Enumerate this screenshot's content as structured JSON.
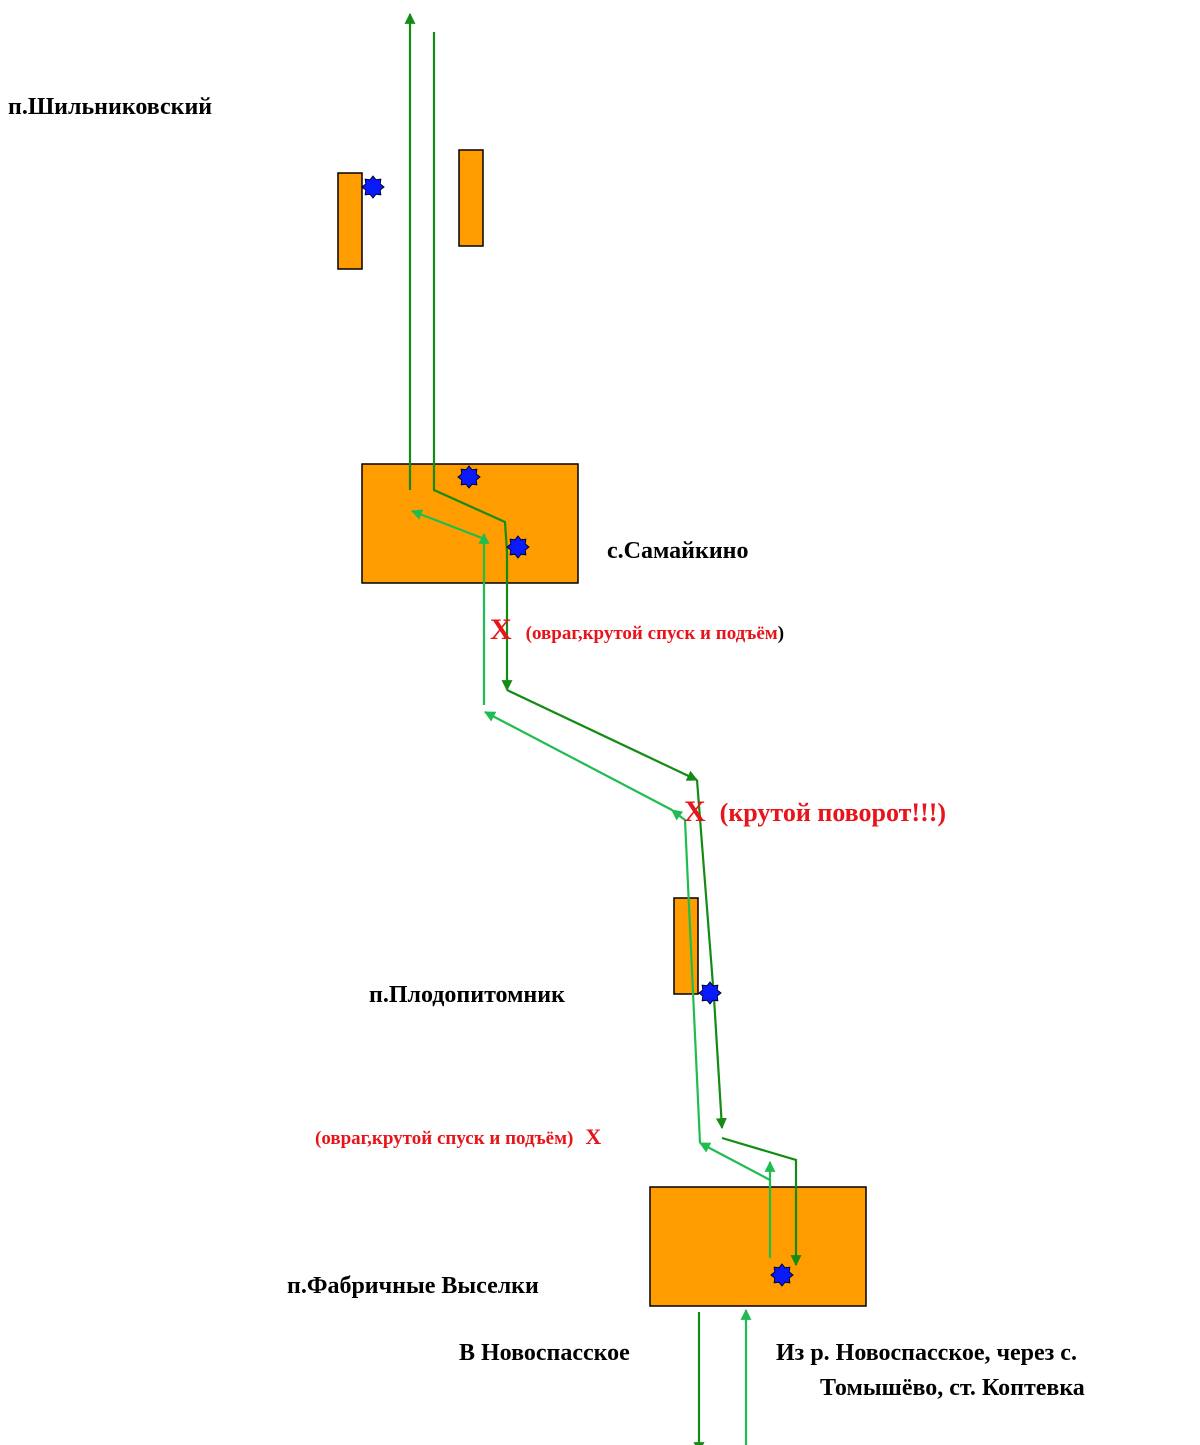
{
  "settlements": {
    "shilnikovsky": "п.Шильниковский",
    "samaykino": "с.Самайкино",
    "plodopitomnik": "п.Плодопитомник",
    "fabrichnye": "п.Фабричные Выселки"
  },
  "hazards": {
    "x_mark": "X",
    "ravine_label": "(овраг,крутой спуск и подъём",
    "paren_close": ")",
    "sharp_turn": "(крутой поворот!!!)",
    "ravine_full": "(овраг,крутой спуск и подъём)"
  },
  "exits": {
    "to_novospasskoe": "В Новоспасское",
    "from_line1": "Из р. Новоспасское, через с.",
    "from_line2": "Томышёво, ст. Коптевка"
  },
  "colors": {
    "building_fill": "#ff9c00",
    "route_dark": "#148c14",
    "route_light": "#1fbd50",
    "stop_marker": "#0a1aff",
    "hazard_text": "#e8141b"
  },
  "icons": [
    "stop-star-icon",
    "hazard-x-icon",
    "arrow-head-icon"
  ]
}
